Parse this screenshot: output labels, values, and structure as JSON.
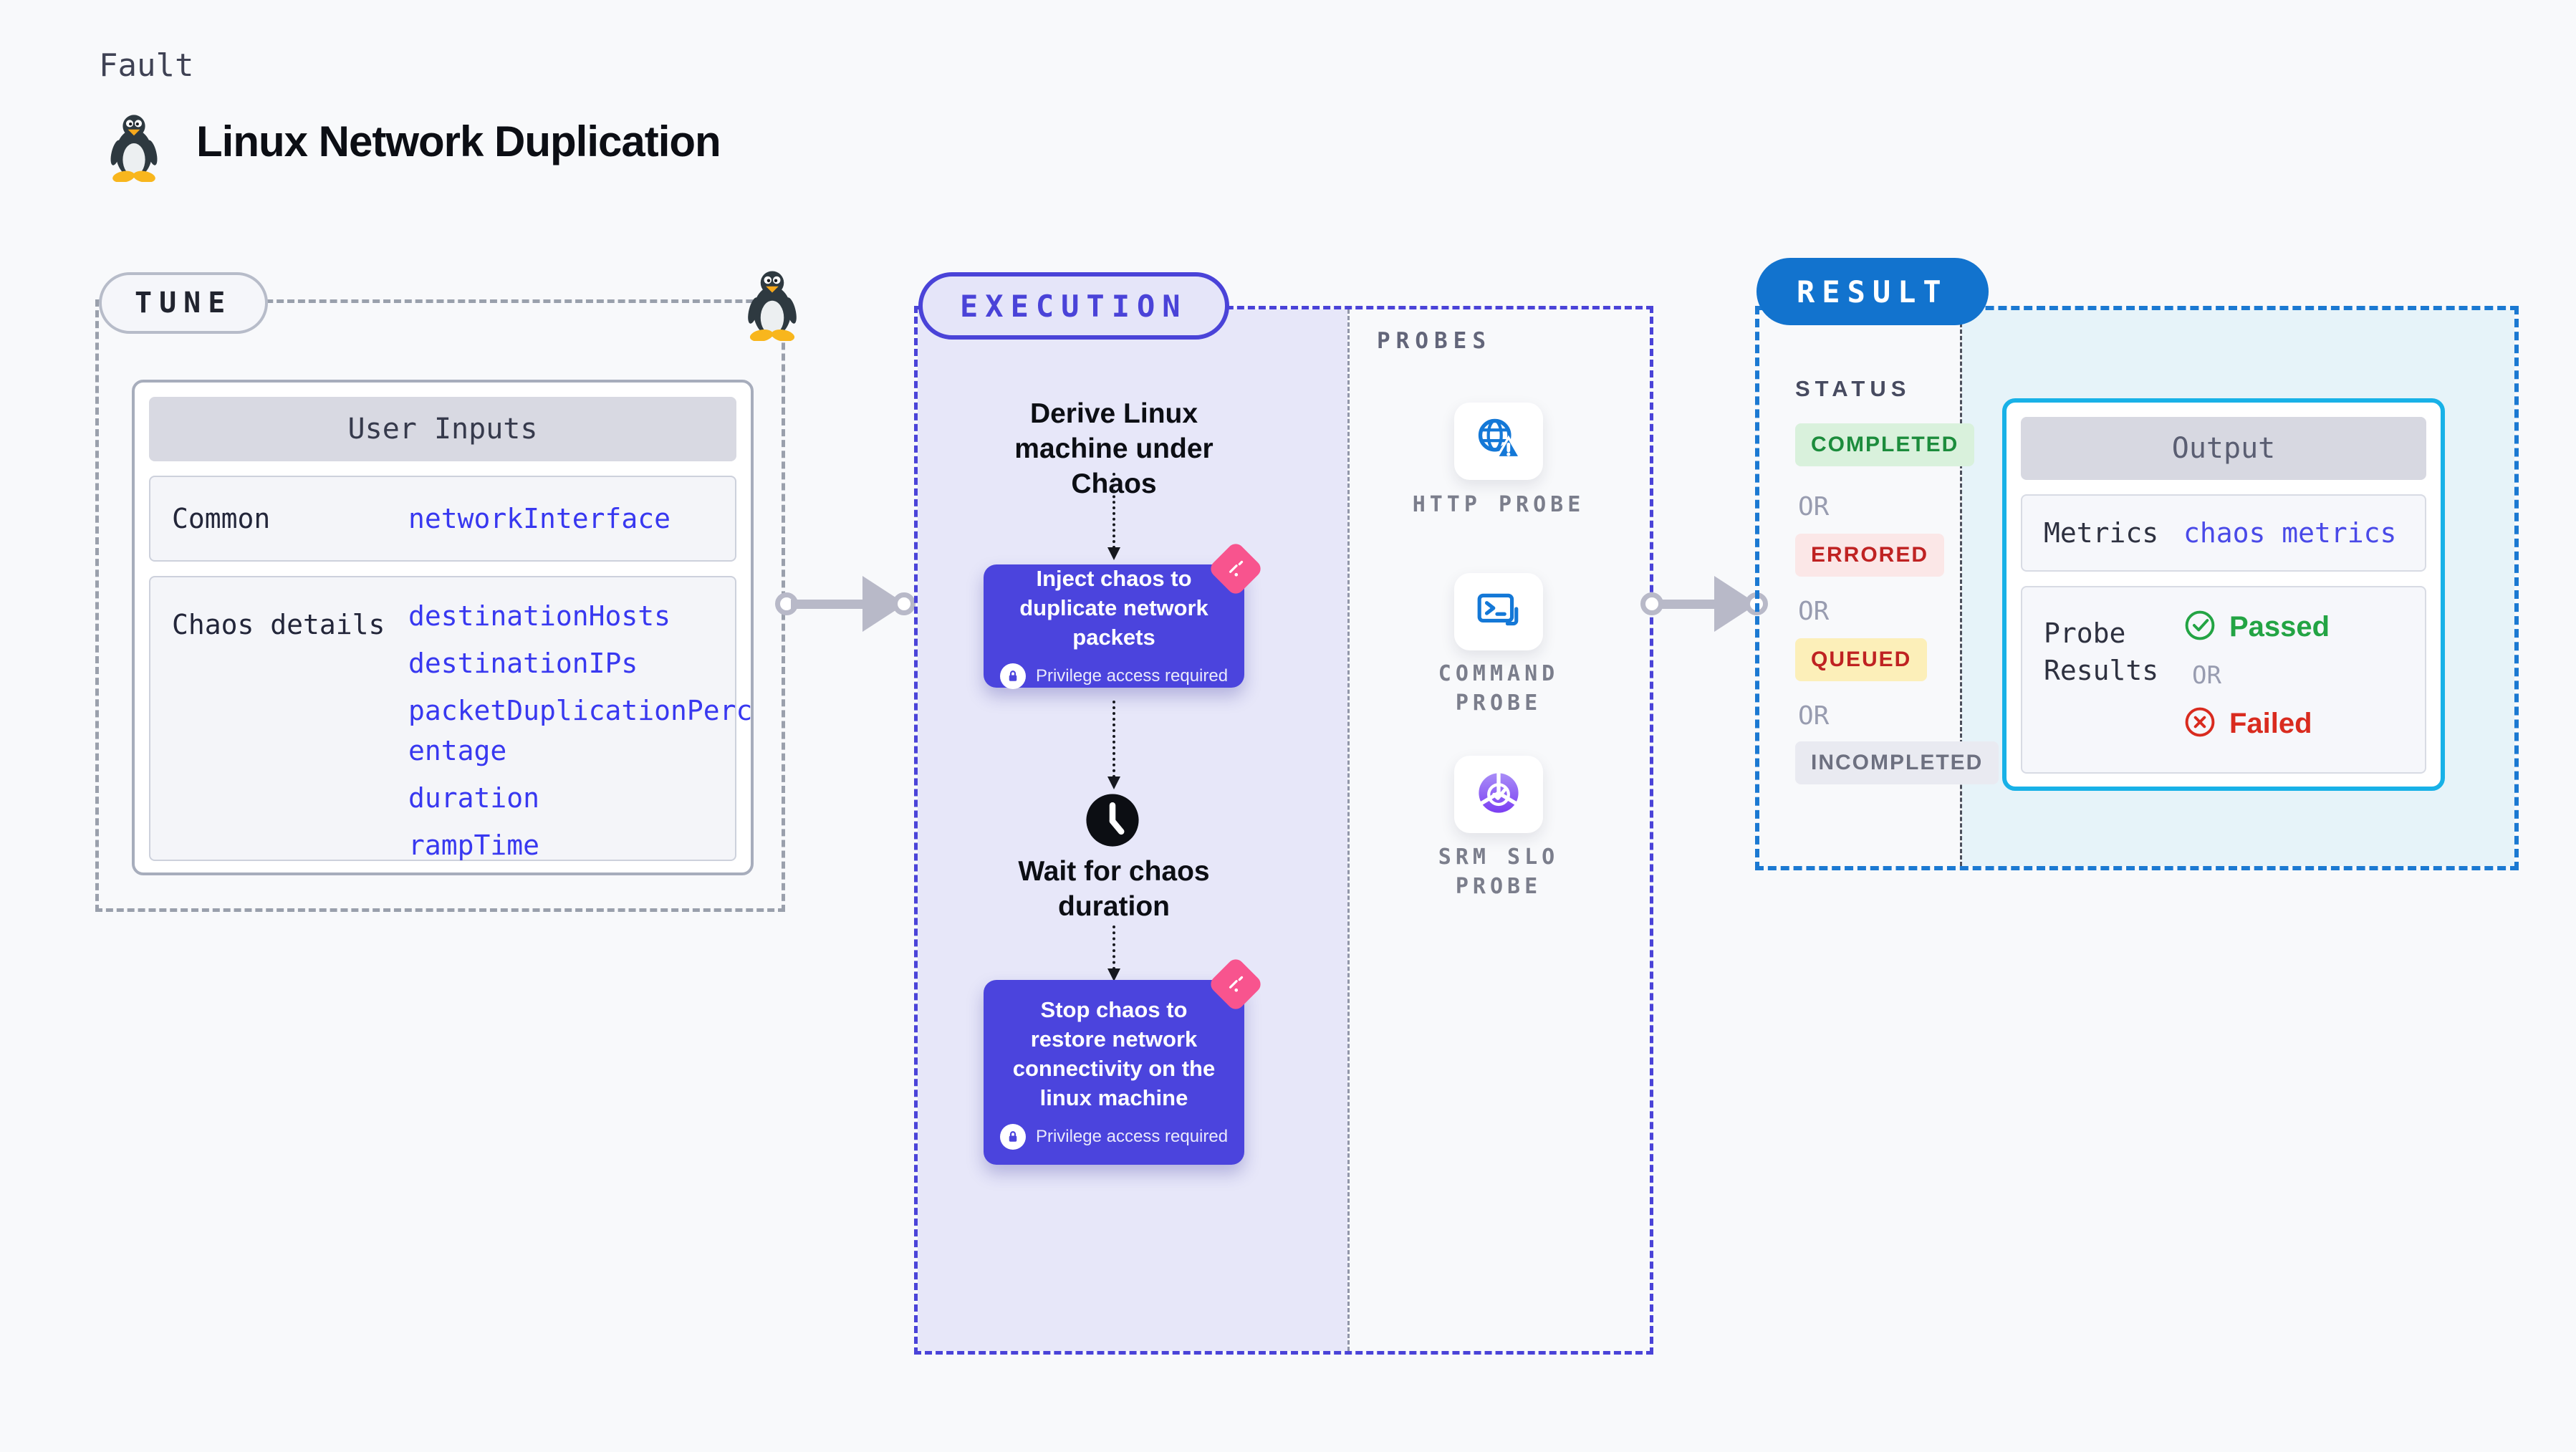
{
  "header": {
    "kicker": "Fault",
    "title": "Linux Network Duplication"
  },
  "tune": {
    "badge": "TUNE",
    "table": {
      "header": "User Inputs",
      "rows": [
        {
          "label": "Common",
          "values": [
            "networkInterface"
          ]
        },
        {
          "label": "Chaos details",
          "values": [
            "destinationHosts",
            "destinationIPs",
            "packetDuplicationPercentage",
            "duration",
            "rampTime"
          ]
        }
      ]
    }
  },
  "execution": {
    "badge": "EXECUTION",
    "steps": {
      "derive": "Derive Linux machine under Chaos",
      "inject": "Inject chaos to duplicate network packets",
      "inject_note": "Privilege access required",
      "wait": "Wait for chaos duration",
      "stop": "Stop chaos to restore network connectivity on the linux machine",
      "stop_note": "Privilege access required"
    }
  },
  "probes": {
    "label": "PROBES",
    "items": [
      {
        "name": "HTTP PROBE",
        "icon": "globe-warning-icon"
      },
      {
        "name": "COMMAND PROBE",
        "icon": "terminal-icon"
      },
      {
        "name": "SRM SLO PROBE",
        "icon": "slo-pie-check-icon"
      }
    ]
  },
  "result": {
    "badge": "RESULT",
    "status_title": "STATUS",
    "or_label": "OR",
    "statuses": [
      {
        "label": "COMPLETED",
        "text_color": "#1c8c3c",
        "bg_color": "#d9f1dc"
      },
      {
        "label": "ERRORED",
        "text_color": "#bf2222",
        "bg_color": "#fbe7e7"
      },
      {
        "label": "QUEUED",
        "text_color": "#bf2222",
        "bg_color": "#fcefb9"
      },
      {
        "label": "INCOMPLETED",
        "text_color": "#6d7080",
        "bg_color": "#e9eaf1"
      }
    ],
    "output": {
      "header": "Output",
      "metrics_label": "Metrics",
      "metrics_value": "chaos metrics",
      "probe_results_label": "Probe Results",
      "passed": "Passed",
      "or": "OR",
      "failed": "Failed"
    }
  },
  "colors": {
    "page_bg": "#f8f9fb",
    "execution_accent": "#4a43d8",
    "execution_fill": "#e7e7f9",
    "node_fill": "#4b44dd",
    "pink_badge": "#f8548e",
    "result_accent": "#1273ce",
    "output_accent": "#18b1e7",
    "output_area_fill": "#e6f3f9",
    "param_blue": "#3838f0",
    "arrow_gray": "#b8b9c8",
    "passed_green": "#23a444",
    "failed_red": "#d92b1f"
  }
}
